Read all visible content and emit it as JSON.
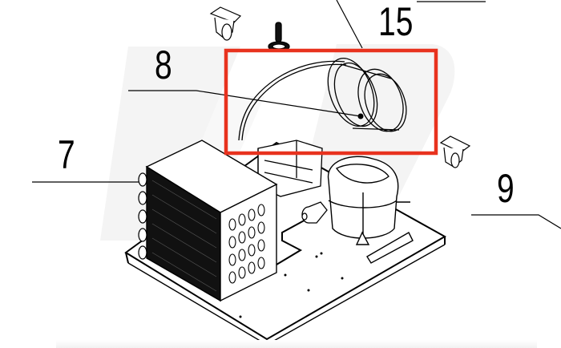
{
  "diagram": {
    "type": "exploded-parts-diagram",
    "subject": "refrigeration condensing unit",
    "highlight": {
      "part": "8",
      "color": "#e8321e"
    },
    "callouts": [
      {
        "id": "7",
        "label": "7",
        "part": "condenser coil"
      },
      {
        "id": "8",
        "label": "8",
        "part": "coiled capillary tube"
      },
      {
        "id": "9",
        "label": "9",
        "part": "base plate"
      },
      {
        "id": "15",
        "label": "15",
        "part": "caster / leveling foot"
      }
    ],
    "components": [
      "condenser",
      "compressor",
      "fan-motor",
      "fan-bracket",
      "base-plate",
      "capillary-coil",
      "caster-left",
      "caster-right",
      "leveling-foot"
    ],
    "colors": {
      "line": "#000000",
      "highlight": "#e8321e",
      "watermark": "#f3f3f3"
    }
  }
}
